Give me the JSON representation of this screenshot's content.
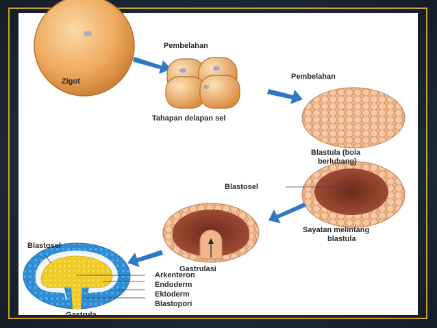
{
  "diagram": {
    "labels": {
      "zigot": "Zigot",
      "pembelahan_1": "Pembelahan",
      "tahapan": "Tahapan delapan sel",
      "pembelahan_2": "Pembelahan",
      "blastula_line1": "Blastula (bola",
      "blastula_line2": "berlubang)",
      "blastosel_mid": "Blastosel",
      "sayatan_line1": "Sayatan melintang",
      "sayatan_line2": "blastula",
      "gastrulasi": "Gastrulasi",
      "blastosel_top": "Blastosel",
      "arkenteron": "Arkenteron",
      "endoderm": "Endoderm",
      "ektoderm": "Ektoderm",
      "blastopori": "Blastopori",
      "gastrula": "Gastrula"
    },
    "colors": {
      "arrow": "#2f78c4",
      "frame": "#c9a227",
      "egg": "#e9a35a",
      "ektoderm": "#2f8fd8",
      "endoderm": "#f2cd22",
      "interior": "#8a3a26"
    }
  }
}
